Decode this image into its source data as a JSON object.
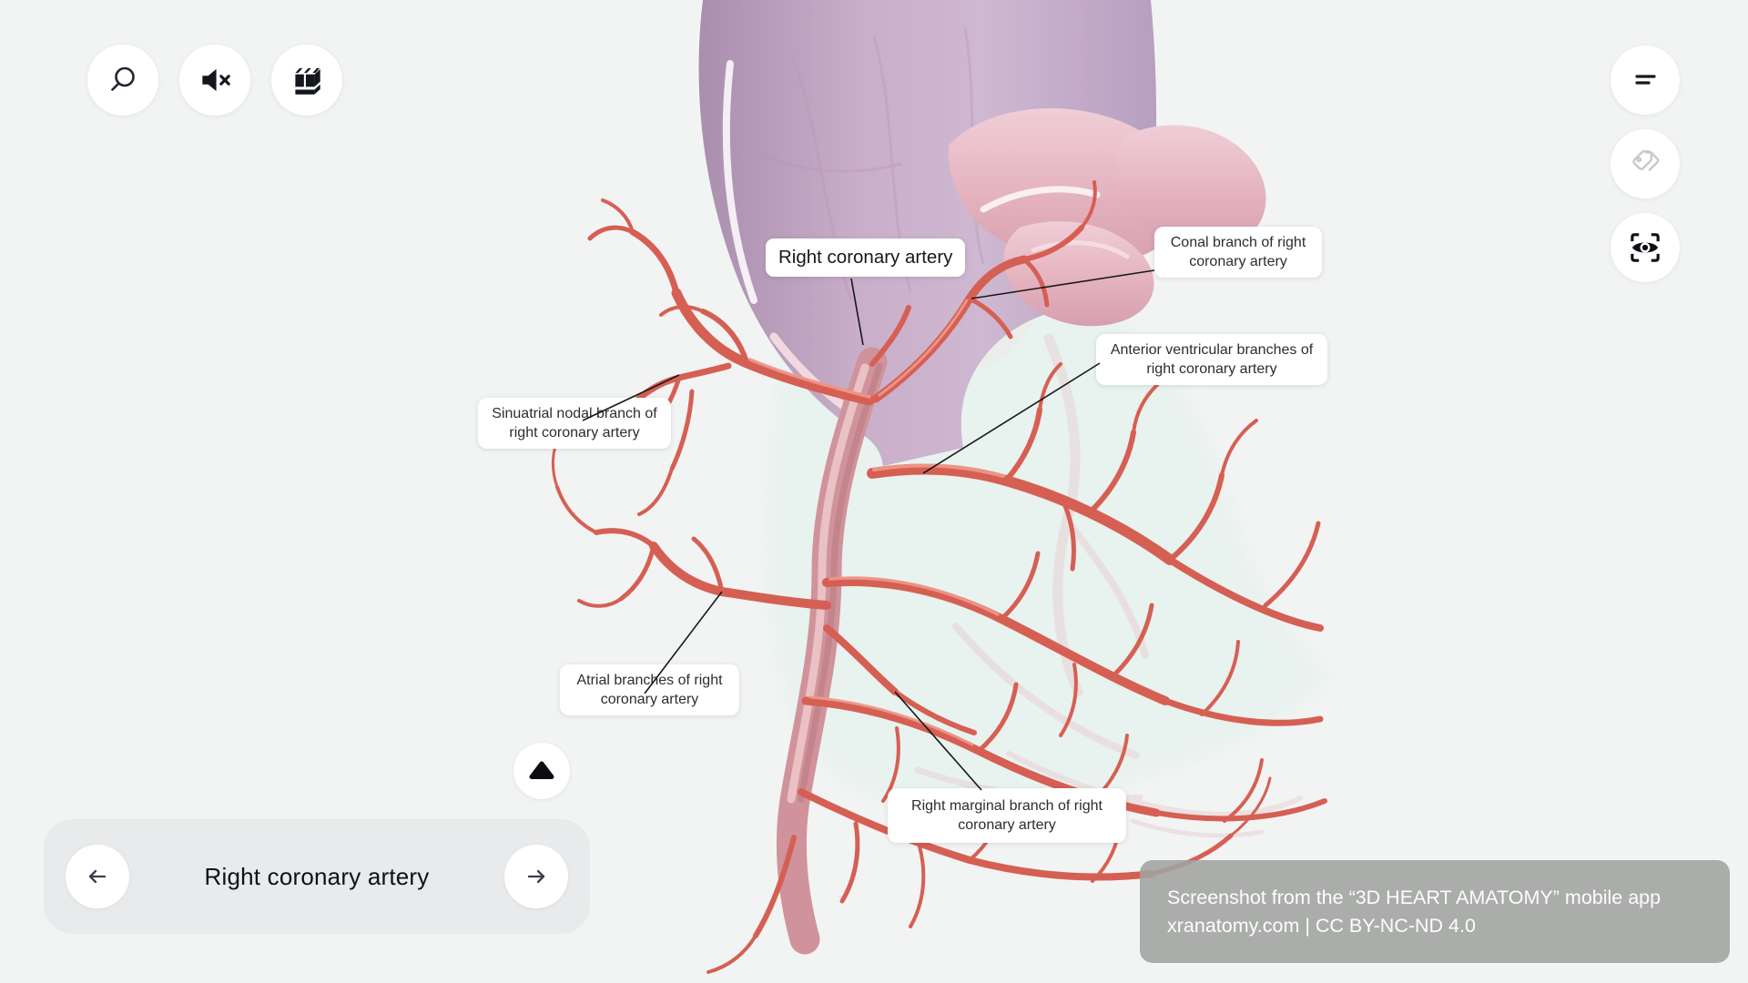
{
  "app": {
    "name": "3D heart anatomy viewer",
    "background": "#f2f4f3"
  },
  "toolbar_left": {
    "buttons": [
      {
        "id": "search",
        "icon": "search-icon"
      },
      {
        "id": "mute",
        "icon": "volume-muted-icon"
      },
      {
        "id": "layers",
        "icon": "layers-icon"
      }
    ]
  },
  "toolbar_right": {
    "buttons": [
      {
        "id": "menu",
        "icon": "menu-lines-icon",
        "state": "active"
      },
      {
        "id": "tags",
        "icon": "tags-icon",
        "state": "inactive"
      },
      {
        "id": "scan-view",
        "icon": "eye-scan-icon",
        "state": "active"
      }
    ]
  },
  "annotations": {
    "rca": {
      "label": "Right coronary artery"
    },
    "conal": {
      "label": "Conal branch of right coronary artery"
    },
    "anterior": {
      "label": "Anterior ventricular branches of right coronary artery"
    },
    "sinuatrial": {
      "label": "Sinuatrial nodal branch of right coronary artery"
    },
    "atrial": {
      "label": "Atrial branches of right coronary artery"
    },
    "marginal": {
      "label": "Right marginal branch of right coronary artery"
    }
  },
  "bottom_nav": {
    "title": "Right coronary artery",
    "prev_icon": "arrow-left-icon",
    "next_icon": "arrow-right-icon",
    "expand_icon": "triangle-up-icon"
  },
  "attribution": {
    "line1": "Screenshot from the “3D HEART AMATOMY” mobile app",
    "line2": "xranatomy.com | CC BY-NC-ND 4.0"
  },
  "colors": {
    "background": "#f2f4f3",
    "artery_red": "#d65f54",
    "artery_highlight": "#f0998c",
    "rca_trunk": "#d0939b",
    "aorta_mauve": "#c2a6c6",
    "pulmonary_pink": "#e6b8c2",
    "ghost_heart": "#e4f1ec",
    "label_bg": "#ffffff",
    "label_text": "#2b2d31",
    "bar_bg": "#e9eaeb",
    "icon_dark": "#16181f",
    "icon_inactive": "#c7cacc",
    "attribution_bg": "#a6a8a7",
    "attribution_text": "#ffffff"
  }
}
